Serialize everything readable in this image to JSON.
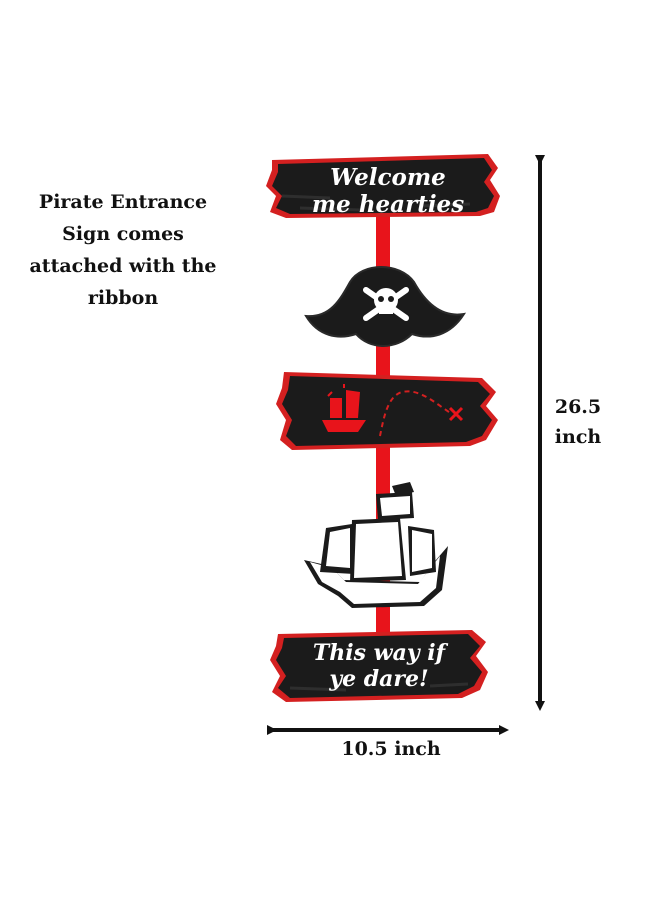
{
  "caption": "Pirate Entrance Sign comes attached with the ribbon",
  "height_value": "26.5",
  "height_unit": "inch",
  "width_label": "10.5 inch",
  "sign_top_line1": "Welcome",
  "sign_top_line2": "me hearties",
  "sign_bottom_line1": "This way if",
  "sign_bottom_line2": "ye dare!",
  "colors": {
    "board": "#1b1b1b",
    "edge": "#d42020",
    "ribbon": "#e8141b",
    "sail": "#ffffff"
  }
}
